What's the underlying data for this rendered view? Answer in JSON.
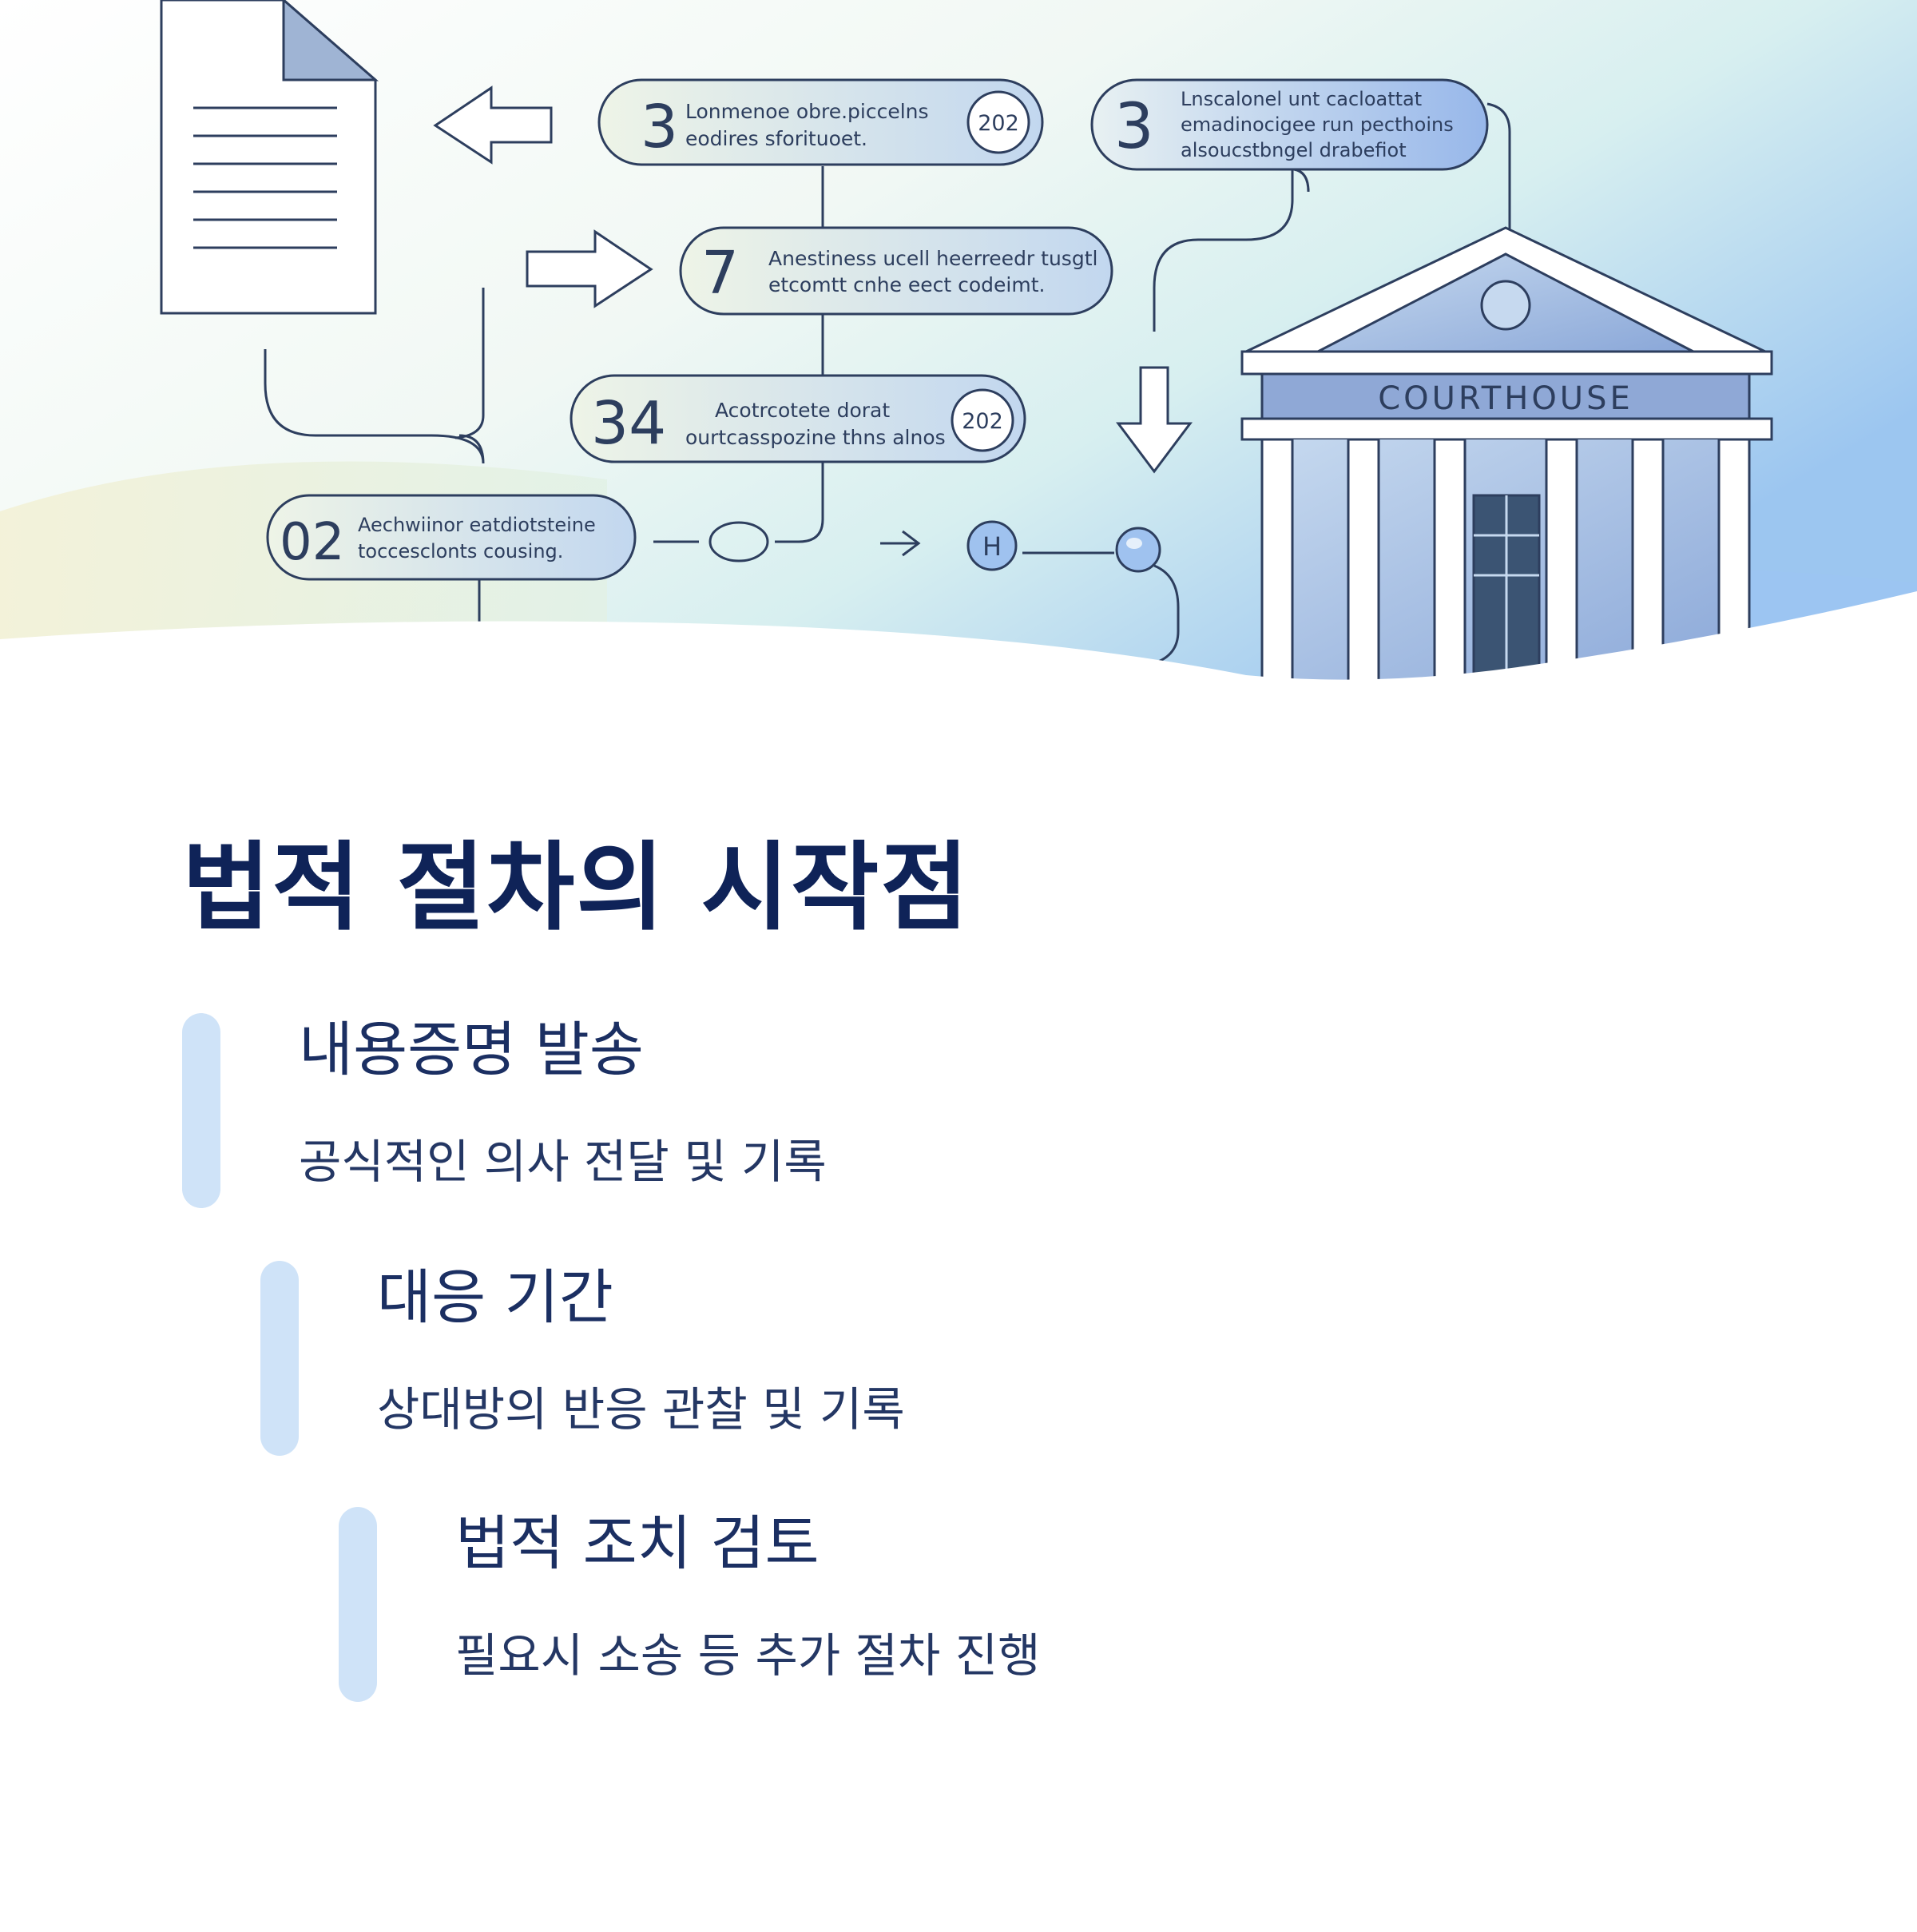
{
  "hero": {
    "cards": [
      {
        "number": "3",
        "line1": "Lonmenoe obre.piccelns",
        "line2": "eodires sforituoet.",
        "badge": "202"
      },
      {
        "number": "3",
        "line1": "Lnscalonel unt cacloattat",
        "line2": "emadinocigee run pecthoins",
        "line3": "alsoucstbngel drabefiot"
      },
      {
        "number": "7",
        "line1": "Anestiness ucell heerreedr tusgtl",
        "line2": "etcomtt cnhe eect codeimt."
      },
      {
        "number": "34",
        "line1": "Acotrcotete dorat",
        "line2": "ourtcasspozine thns alnos",
        "badge": "202"
      },
      {
        "number": "02",
        "line1": "Aechwiinor eatdiotsteine",
        "line2": "toccesclonts cousing."
      }
    ],
    "node_label": "H",
    "courthouse_label": "COURTHOUSE"
  },
  "title": "법적 절차의 시작점",
  "steps": [
    {
      "heading": "내용증명 발송",
      "description": "공식적인 의사 전달 및 기록"
    },
    {
      "heading": "대응 기간",
      "description": "상대방의 반응 관찰 및 기록"
    },
    {
      "heading": "법적 조치 검토",
      "description": "필요시 소송 등 추가 절차 진행"
    }
  ],
  "colors": {
    "title": "#0f2358",
    "text": "#1b2f62",
    "bar": "#cfe3f8",
    "line": "#2d3e5e",
    "courthouse": "#8fa8d6"
  }
}
